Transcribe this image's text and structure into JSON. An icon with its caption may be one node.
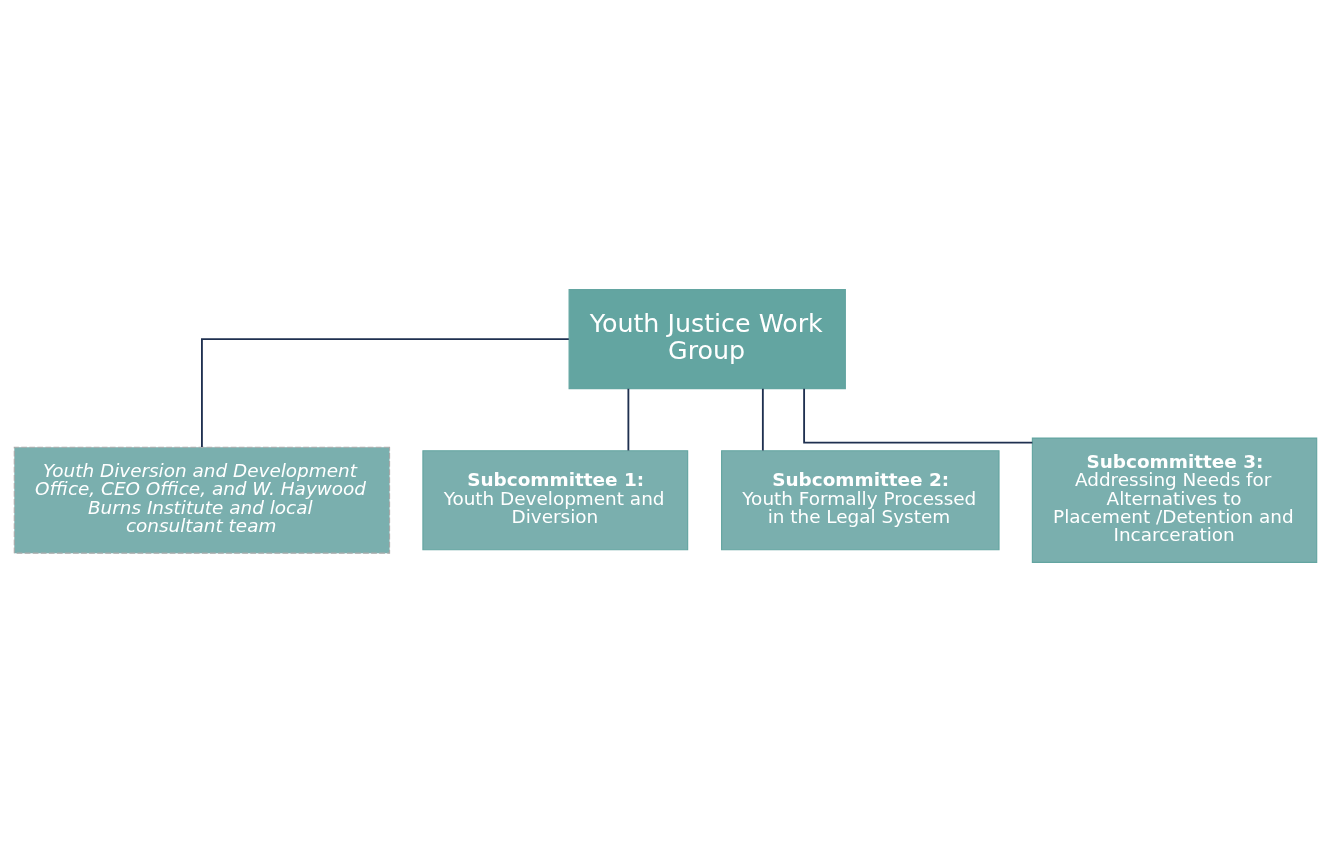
{
  "diagram": {
    "nodes": [
      {
        "text": [
          "Youth Justice Work Group"
        ]
      },
      {
        "text": [
          "Youth Diversion and Development Office, CEO Office, and W. Haywood Burns Institute and local consultant team"
        ]
      },
      {
        "text": [
          "**Subcommittee 1:** Youth Development and Diversion"
        ]
      },
      {
        "text": [
          "**Subcommittee 2:** Youth Formally Processed in the Legal System"
        ]
      },
      {
        "text": [
          "**Subcommittee 3:** Addressing Needs for Alternatives to Placement /Detention and Incarceration"
        ]
      }
    ],
    "edges": [
      {
        "from": 0,
        "to": 1,
        "arrow": "none"
      },
      {
        "from": 0,
        "to": 2,
        "arrow": "none"
      },
      {
        "from": 0,
        "to": 3,
        "arrow": "none"
      },
      {
        "from": 0,
        "to": 4,
        "arrow": "none"
      }
    ]
  }
}
